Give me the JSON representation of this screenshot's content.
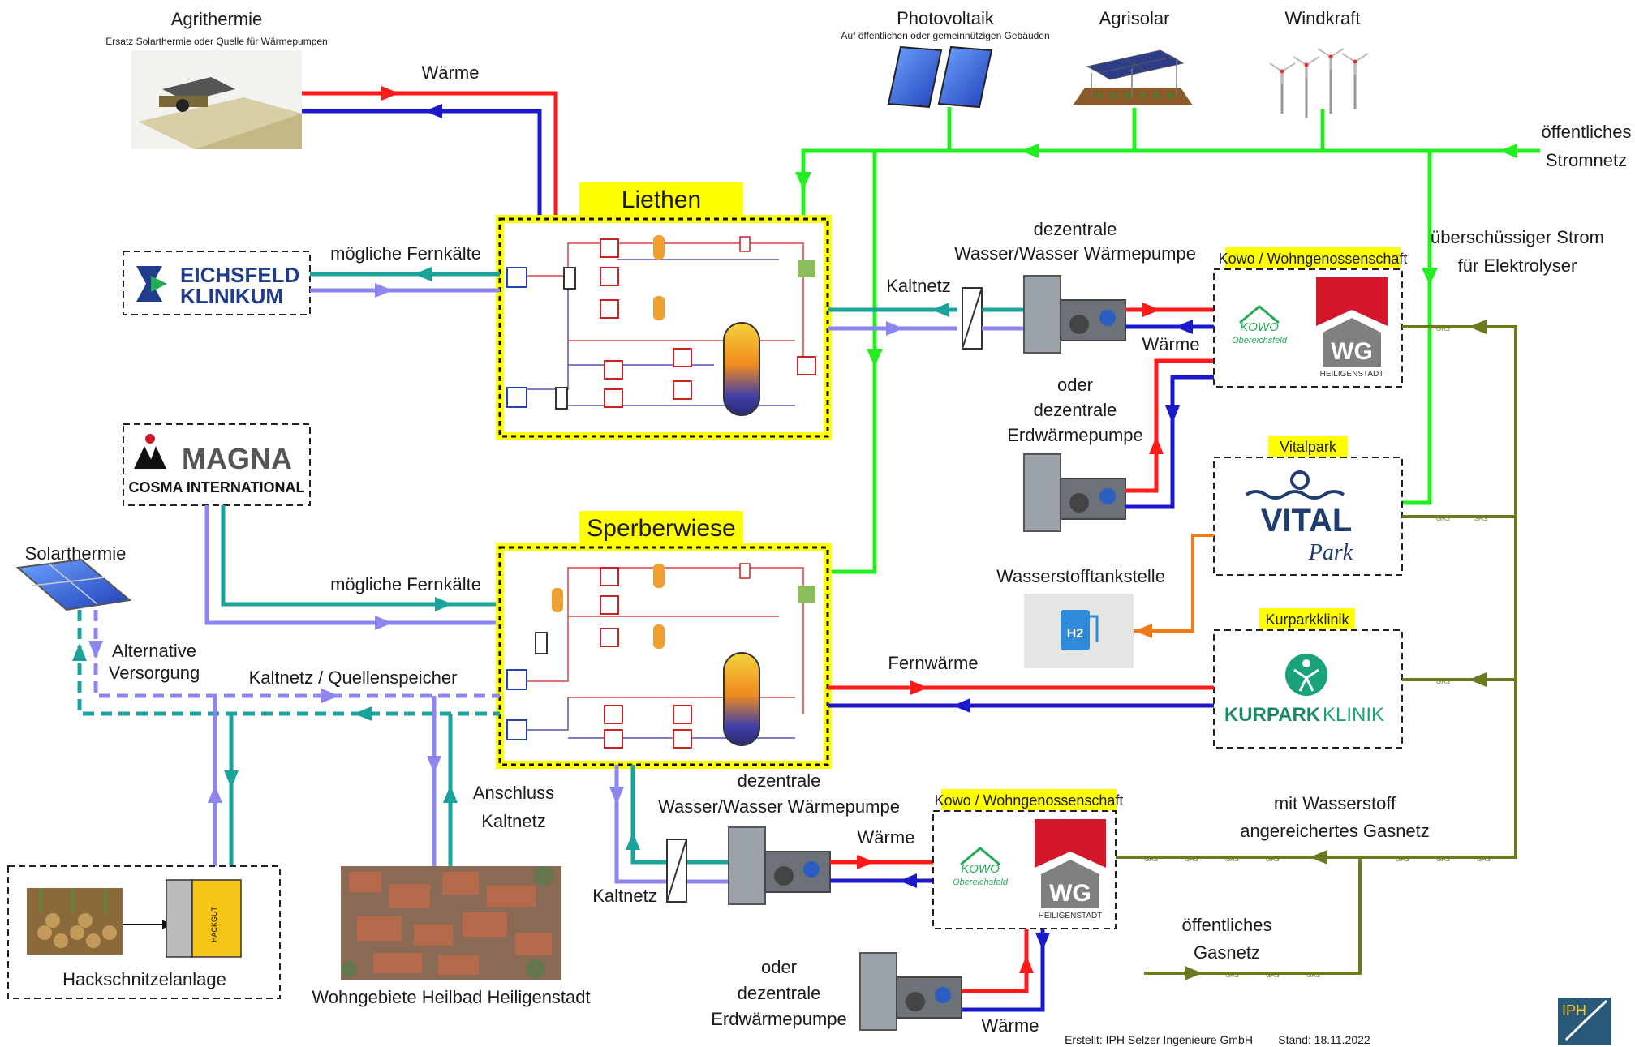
{
  "top": {
    "agrithermie_title": "Agrithermie",
    "agrithermie_sub": "Ersatz Solarthermie oder Quelle für Wärmepumpen",
    "pv_title": "Photovoltaik",
    "pv_sub": "Auf öffentlichen oder gemeinnützigen Gebäuden",
    "agrisolar": "Agrisolar",
    "windkraft": "Windkraft",
    "public_grid_1": "öffentliches",
    "public_grid_2": "Stromnetz",
    "surplus_1": "überschüssiger Strom",
    "surplus_2": "für Elektrolyser"
  },
  "liethen": {
    "title": "Liethen"
  },
  "sperberwiese": {
    "title": "Sperberwiese"
  },
  "labels": {
    "waerme_top": "Wärme",
    "fernkaelte_1": "mögliche Fernkälte",
    "fernkaelte_2": "mögliche Fernkälte",
    "kaltnetz_right": "Kaltnetz",
    "dez_ww_1a": "dezentrale",
    "dez_ww_1b": "Wasser/Wasser Wärmepumpe",
    "waerme_right1": "Wärme",
    "oder_1": "oder",
    "dez_erd_1a": "dezentrale",
    "dez_erd_1b": "Erdwärmepumpe",
    "h2_station": "Wasserstofftankstelle",
    "fernwaerme": "Fernwärme",
    "solarthermie": "Solarthermie",
    "alt_1": "Alternative",
    "alt_2": "Versorgung",
    "kaltnetz_quellen": "Kaltnetz / Quellenspeicher",
    "anschluss_1": "Anschluss",
    "anschluss_2": "Kaltnetz",
    "dez_ww_2a": "dezentrale",
    "dez_ww_2b": "Wasser/Wasser Wärmepumpe",
    "waerme_bottom1": "Wärme",
    "kaltnetz_bottom": "Kaltnetz",
    "oder_2": "oder",
    "dez_erd_2a": "dezentrale",
    "dez_erd_2b": "Erdwärmepumpe",
    "waerme_bottom2": "Wärme",
    "h2gas_1": "mit Wasserstoff",
    "h2gas_2": "angereichertes Gasnetz",
    "gasnetz_1": "öffentliches",
    "gasnetz_2": "Gasnetz",
    "hackschnitzel": "Hackschnitzelanlage",
    "wohngebiete": "Wohngebiete Heilbad Heiligenstadt",
    "gas": "GAS"
  },
  "consumers": {
    "kowo_tag": "Kowo / Wohngenossenschaft",
    "kowo_name_1": "KOWO",
    "kowo_name_2": "Obereichsfeld",
    "wg_text": "WG",
    "wg_sub": "HEILIGENSTADT",
    "vitalpark_tag": "Vitalpark",
    "vital_1": "VITAL",
    "vital_2": "Park",
    "kurpark_tag": "Kurparkklinik",
    "kurpark_a": "KURPARK",
    "kurpark_b": "KLINIK",
    "kowo_tag_2": "Kowo / Wohngenossenschaft"
  },
  "logos": {
    "eichsfeld_1": "EICHSFELD",
    "eichsfeld_2": "KLINIKUM",
    "magna_1": "MAGNA",
    "magna_2": "COSMA INTERNATIONAL",
    "h2": "H2",
    "iph": "IPH",
    "hackgut": "HACKGUT"
  },
  "footer": {
    "credit": "Erstellt: IPH Selzer Ingenieure GmbH",
    "date": "Stand: 18.11.2022"
  },
  "colors": {
    "hot": "#ff1a1a",
    "return": "#1a1acc",
    "cold_supply": "#1aa39b",
    "cold_return": "#8e86f0",
    "power": "#22ee22",
    "gas": "#6b7a1f",
    "h2line": "#f07a1a",
    "yellow": "#ffff00"
  }
}
